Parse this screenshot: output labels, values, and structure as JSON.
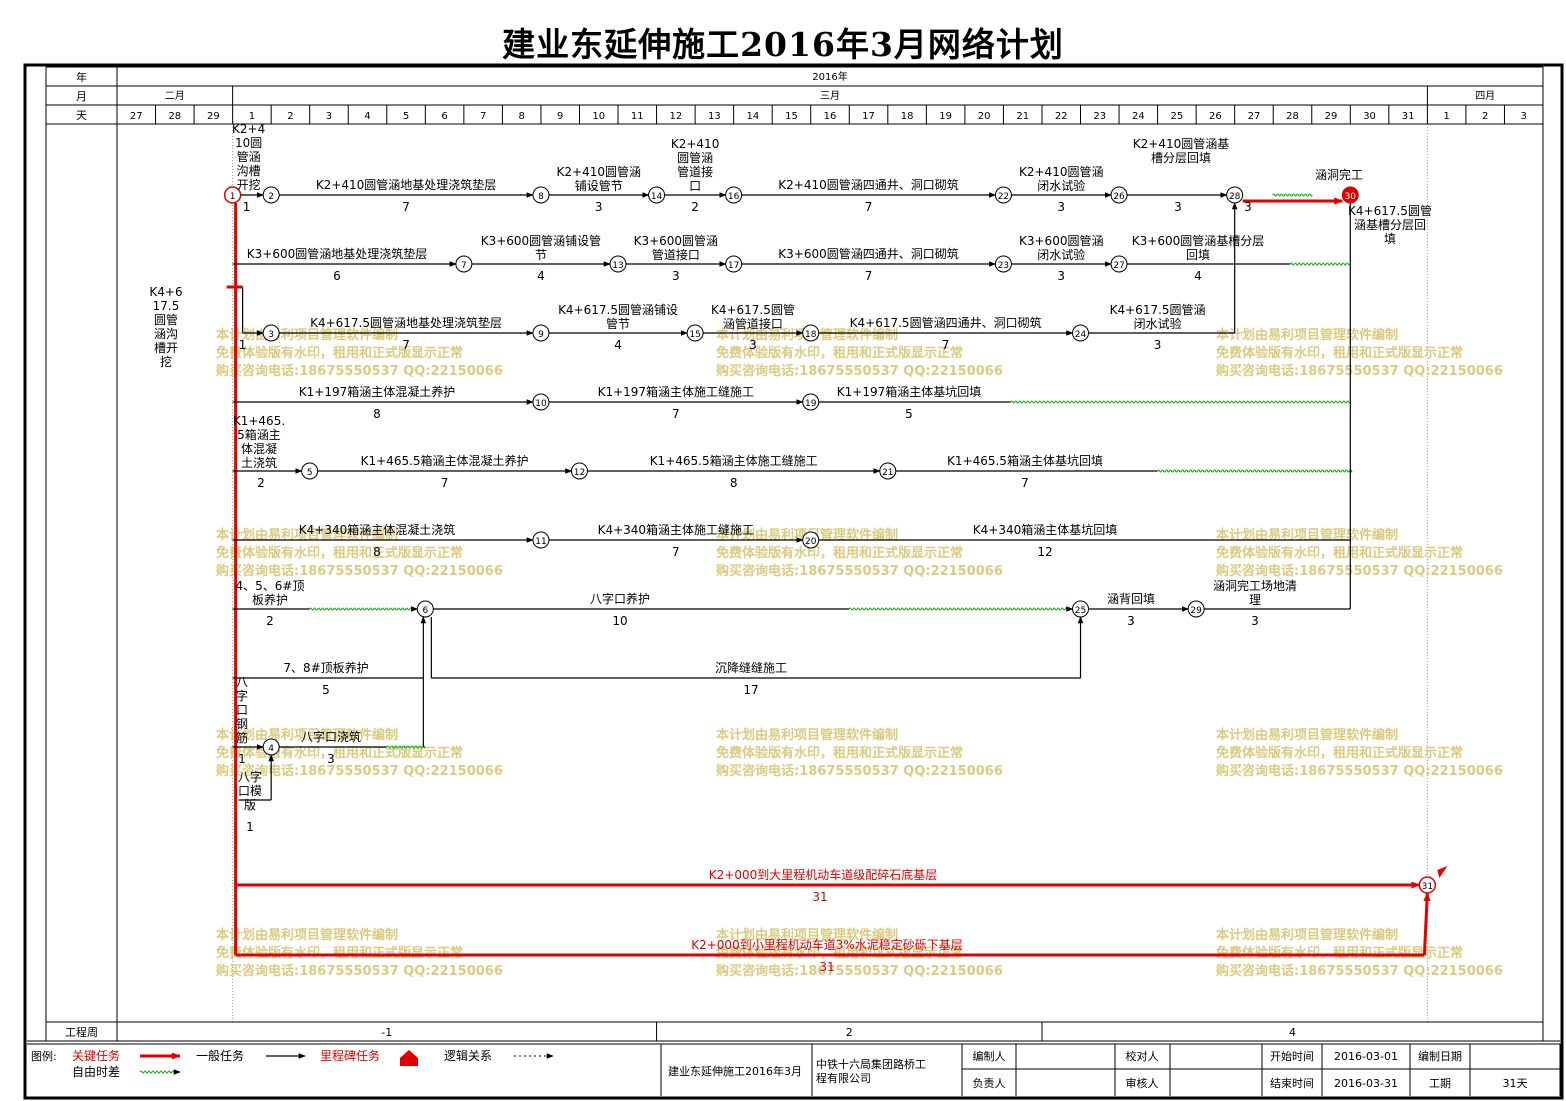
{
  "title": "建业东延伸施工2016年3月网络计划",
  "header": {
    "row_labels": {
      "year": "年",
      "month": "月",
      "day": "天"
    },
    "year": "2016年",
    "months": [
      {
        "name": "二月",
        "from": 0,
        "to": 3
      },
      {
        "name": "三月",
        "from": 3,
        "to": 34
      },
      {
        "name": "四月",
        "from": 34,
        "to": 37
      }
    ],
    "days": [
      "27",
      "28",
      "29",
      "1",
      "2",
      "3",
      "4",
      "5",
      "6",
      "7",
      "8",
      "9",
      "10",
      "11",
      "12",
      "13",
      "14",
      "15",
      "16",
      "17",
      "18",
      "19",
      "20",
      "21",
      "22",
      "23",
      "24",
      "25",
      "26",
      "27",
      "28",
      "29",
      "30",
      "31",
      "1",
      "2",
      "3"
    ]
  },
  "footer": {
    "week_label": "工程周",
    "weeks": [
      {
        "label": "-1",
        "from": 0,
        "to": 14
      },
      {
        "label": "2",
        "from": 14,
        "to": 24
      },
      {
        "label": "4",
        "from": 24,
        "to": 37
      }
    ]
  },
  "legend": {
    "label": "图例:",
    "critical": "关键任务",
    "normal": "一般任务",
    "milestone": "里程碑任务",
    "logic": "逻辑关系",
    "float": "自由时差"
  },
  "info": {
    "project": "建业东延伸施工2016年3月",
    "company": "中铁十六局集团路桥工程有限公司",
    "compiler_label": "编制人",
    "checker_label": "校对人",
    "start_label": "开始时间",
    "start": "2016-03-01",
    "date_label": "编制日期",
    "date": "",
    "manager_label": "负责人",
    "auditor_label": "审核人",
    "end_label": "结束时间",
    "end": "2016-03-31",
    "duration_label": "工期",
    "duration": "31天"
  },
  "watermark": [
    "本计划由易利项目管理软件编制",
    "免费体验版有水印，租用和正式版显示正常",
    "购买咨询电话:18675550537 QQ:22150066"
  ],
  "chart_data": {
    "type": "network",
    "nodes": [
      {
        "id": "1",
        "day": 3.0,
        "row": 195
      },
      {
        "id": "2",
        "day": 4.0,
        "row": 195
      },
      {
        "id": "8",
        "day": 11.0,
        "row": 195
      },
      {
        "id": "14",
        "day": 14.0,
        "row": 195
      },
      {
        "id": "16",
        "day": 16.0,
        "row": 195
      },
      {
        "id": "22",
        "day": 23.0,
        "row": 195
      },
      {
        "id": "26",
        "day": 26.0,
        "row": 195
      },
      {
        "id": "28",
        "day": 29.0,
        "row": 195
      },
      {
        "id": "30",
        "day": 32.0,
        "row": 195
      },
      {
        "id": "7",
        "day": 9.0,
        "row": 264
      },
      {
        "id": "13",
        "day": 13.0,
        "row": 264
      },
      {
        "id": "17",
        "day": 16.0,
        "row": 264
      },
      {
        "id": "23",
        "day": 23.0,
        "row": 264
      },
      {
        "id": "27",
        "day": 26.0,
        "row": 264
      },
      {
        "id": "3",
        "day": 4.0,
        "row": 333
      },
      {
        "id": "9",
        "day": 11.0,
        "row": 333
      },
      {
        "id": "15",
        "day": 15.0,
        "row": 333
      },
      {
        "id": "18",
        "day": 18.0,
        "row": 333
      },
      {
        "id": "24",
        "day": 25.0,
        "row": 333
      },
      {
        "id": "10",
        "day": 11.0,
        "row": 402
      },
      {
        "id": "19",
        "day": 18.0,
        "row": 402
      },
      {
        "id": "5",
        "day": 5.0,
        "row": 471
      },
      {
        "id": "12",
        "day": 12.0,
        "row": 471
      },
      {
        "id": "21",
        "day": 20.0,
        "row": 471
      },
      {
        "id": "11",
        "day": 11.0,
        "row": 540
      },
      {
        "id": "20",
        "day": 18.0,
        "row": 540
      },
      {
        "id": "6",
        "day": 8.0,
        "row": 609
      },
      {
        "id": "25",
        "day": 25.0,
        "row": 609
      },
      {
        "id": "29",
        "day": 28.0,
        "row": 609
      },
      {
        "id": "4",
        "day": 4.0,
        "row": 747
      },
      {
        "id": "31",
        "day": 34.0,
        "row": 885
      }
    ],
    "tasks": [
      {
        "name": "K2+410圆管涵沟槽开挖",
        "from": "1",
        "to": "2",
        "duration": "1"
      },
      {
        "name": "K2+410圆管涵地基处理浇筑垫层",
        "from": "2",
        "to": "8",
        "duration": "7"
      },
      {
        "name": "K2+410圆管涵铺设管节",
        "from": "8",
        "to": "14",
        "duration": "3"
      },
      {
        "name": "K2+410圆管涵管道接口",
        "from": "14",
        "to": "16",
        "duration": "2"
      },
      {
        "name": "K2+410圆管涵四通井、洞口砌筑",
        "from": "16",
        "to": "22",
        "duration": "7"
      },
      {
        "name": "K2+410圆管涵闭水试验",
        "from": "22",
        "to": "26",
        "duration": "3"
      },
      {
        "name": "K2+410圆管涵基槽分层回填",
        "from": "26",
        "to": "28",
        "duration": "3"
      },
      {
        "name": "K3+600圆管涵地基处理浇筑垫层",
        "from": "1",
        "to": "7",
        "duration": "6"
      },
      {
        "name": "K3+600圆管涵铺设管节",
        "from": "7",
        "to": "13",
        "duration": "4"
      },
      {
        "name": "K3+600圆管涵管道接口",
        "from": "13",
        "to": "17",
        "duration": "3"
      },
      {
        "name": "K3+600圆管涵四通井、洞口砌筑",
        "from": "17",
        "to": "23",
        "duration": "7"
      },
      {
        "name": "K3+600圆管涵闭水试验",
        "from": "23",
        "to": "27",
        "duration": "3"
      },
      {
        "name": "K3+600圆管涵基槽分层回填",
        "from": "27",
        "to": "30",
        "duration": "4"
      },
      {
        "name": "K4+617.5圆管涵沟槽开挖",
        "from": "1",
        "to": "3",
        "duration": "1"
      },
      {
        "name": "K4+617.5圆管涵地基处理浇筑垫层",
        "from": "3",
        "to": "9",
        "duration": "7"
      },
      {
        "name": "K4+617.5圆管涵铺设管节",
        "from": "9",
        "to": "15",
        "duration": "4"
      },
      {
        "name": "K4+617.5圆管涵管道接口",
        "from": "15",
        "to": "18",
        "duration": "3"
      },
      {
        "name": "K4+617.5圆管涵四通井、洞口砌筑",
        "from": "18",
        "to": "24",
        "duration": "7"
      },
      {
        "name": "K4+617.5圆管涵闭水试验",
        "from": "24",
        "to": "28",
        "duration": "3"
      },
      {
        "name": "K4+617.5圆管涵基槽分层回填",
        "from": "28",
        "to": "30",
        "duration": "3"
      },
      {
        "name": "K1+197箱涵主体混凝土养护",
        "from": "1",
        "to": "10",
        "duration": "8"
      },
      {
        "name": "K1+197箱涵主体施工缝施工",
        "from": "10",
        "to": "19",
        "duration": "7"
      },
      {
        "name": "K1+197箱涵主体基坑回填",
        "from": "19",
        "to": "30",
        "duration": "5"
      },
      {
        "name": "K1+465.5箱涵主体混凝土浇筑",
        "from": "1",
        "to": "5",
        "duration": "2"
      },
      {
        "name": "K1+465.5箱涵主体混凝土养护",
        "from": "5",
        "to": "12",
        "duration": "7"
      },
      {
        "name": "K1+465.5箱涵主体施工缝施工",
        "from": "12",
        "to": "21",
        "duration": "8"
      },
      {
        "name": "K1+465.5箱涵主体基坑回填",
        "from": "21",
        "to": "30",
        "duration": "7"
      },
      {
        "name": "K4+340箱涵主体混凝土浇筑",
        "from": "1",
        "to": "11",
        "duration": "8"
      },
      {
        "name": "K4+340箱涵主体施工缝施工",
        "from": "11",
        "to": "20",
        "duration": "7"
      },
      {
        "name": "K4+340箱涵主体基坑回填",
        "from": "20",
        "to": "30",
        "duration": "12"
      },
      {
        "name": "4、5、6#顶板养护",
        "from": "1",
        "to": "6",
        "duration": "2"
      },
      {
        "name": "八字口养护",
        "from": "6",
        "to": "25",
        "duration": "10"
      },
      {
        "name": "涵背回填",
        "from": "25",
        "to": "29",
        "duration": "3"
      },
      {
        "name": "涵洞完工场地清理",
        "from": "29",
        "to": "30",
        "duration": "3"
      },
      {
        "name": "7、8#顶板养护",
        "from": "1",
        "to": "6",
        "duration": "5"
      },
      {
        "name": "沉降缝缝施工",
        "from": "6",
        "to": "25",
        "duration": "17"
      },
      {
        "name": "八字口钢筋",
        "from": "1",
        "to": "4",
        "duration": "1"
      },
      {
        "name": "八字口模版",
        "from": "1",
        "to": "4",
        "duration": "1"
      },
      {
        "name": "八字口浇筑",
        "from": "4",
        "to": "6",
        "duration": "3"
      },
      {
        "name": "K2+000到大里程机动车道级配碎石底基层",
        "from": "1",
        "to": "31",
        "duration": "31",
        "critical": true
      },
      {
        "name": "K2+000到小里程机动车道3%水泥稳定砂砾下基层",
        "from": "1",
        "to": "31",
        "duration": "31",
        "critical": true
      }
    ],
    "milestones": [
      {
        "name": "涵洞完工",
        "node": "30"
      }
    ]
  }
}
